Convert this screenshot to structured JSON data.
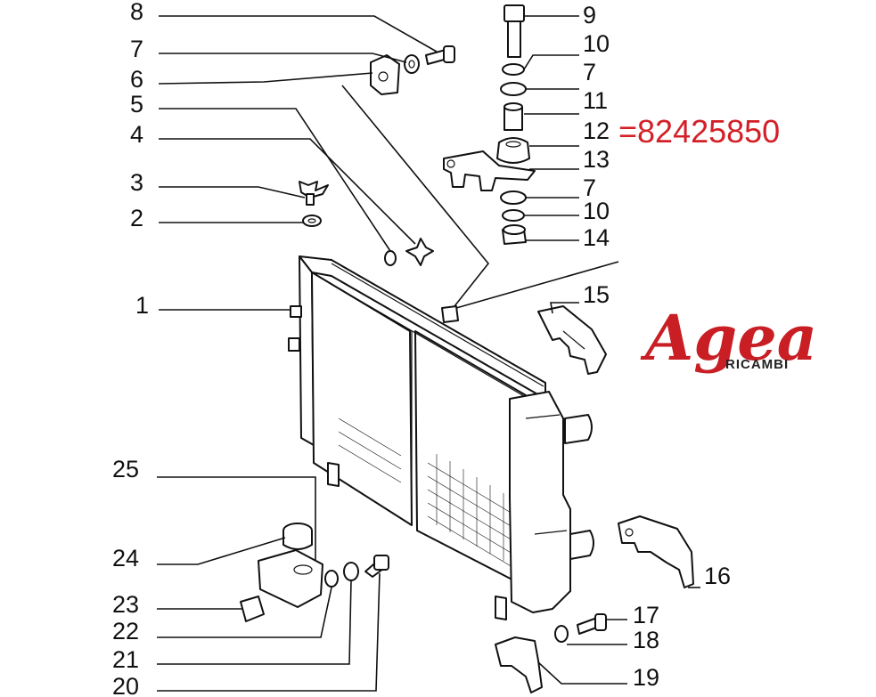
{
  "labels": {
    "l1": "1",
    "l2": "2",
    "l3": "3",
    "l4": "4",
    "l5": "5",
    "l6": "6",
    "l7a": "7",
    "l8": "8",
    "l9": "9",
    "l10a": "10",
    "l7b": "7",
    "l11": "11",
    "l12": "12",
    "l13": "13",
    "l7c": "7",
    "l10b": "10",
    "l14": "14",
    "l15": "15",
    "l16": "16",
    "l17": "17",
    "l18": "18",
    "l19": "19",
    "l20": "20",
    "l21": "21",
    "l22": "22",
    "l23": "23",
    "l24": "24",
    "l25": "25"
  },
  "part_number": "=82425850",
  "logo": {
    "brand": "Agea",
    "tagline": "RICAMBI",
    "color": "#c81e24"
  },
  "colors": {
    "ink": "#111111",
    "callout": "#d32027"
  }
}
